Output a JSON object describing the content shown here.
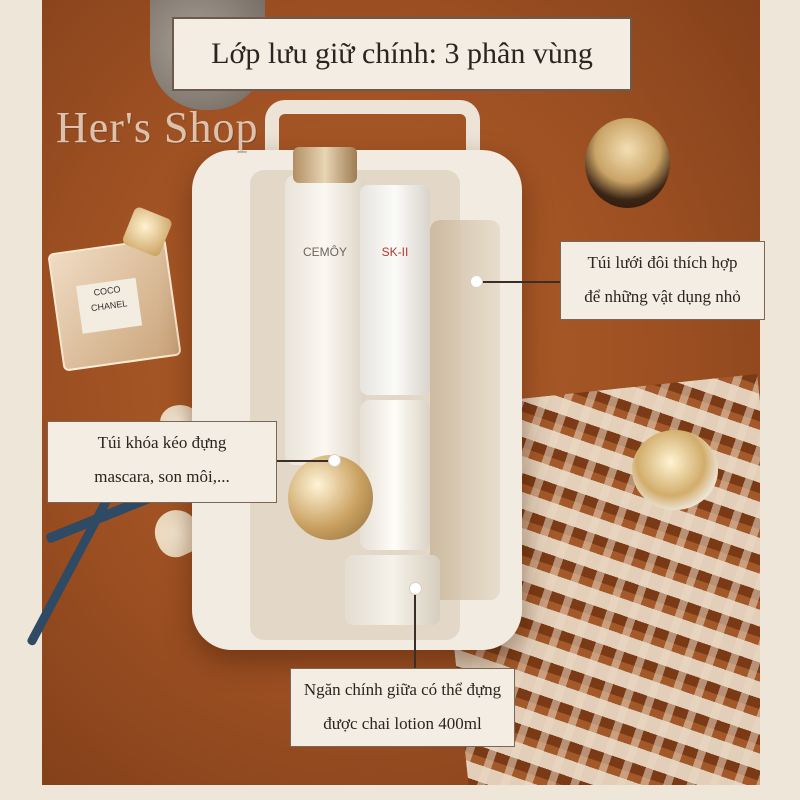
{
  "image": {
    "title": "Lớp lưu giữ chính: 3 phân vùng",
    "watermark": "Her's Shop",
    "callouts": [
      {
        "lines": [
          "Túi lưới đôi thích hợp",
          "để những vật dụng nhỏ"
        ]
      },
      {
        "lines": [
          "Túi khóa kéo đựng",
          "mascara, son môi,..."
        ]
      },
      {
        "lines": [
          "Ngăn chính giữa có thể đựng",
          "được chai lotion 400ml"
        ]
      }
    ],
    "product_labels": {
      "perfume": [
        "COCO",
        "CHANEL"
      ],
      "bottle_1": "CEMÔY",
      "bottle_2": "SK-II"
    },
    "colors": {
      "background": "#9c4f22",
      "bag": "#f1ebe1",
      "label_box": "#f4ede3",
      "border": "#6e5a4a",
      "text": "#2b2420"
    }
  }
}
